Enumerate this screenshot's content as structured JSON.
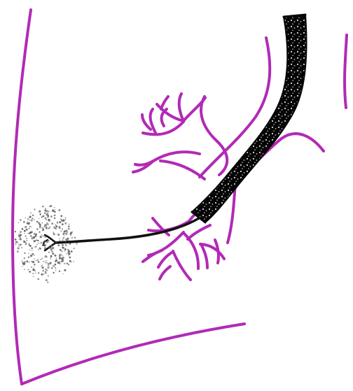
{
  "diagram": {
    "title": "",
    "colors": {
      "anatomy_outline": "#b12ab6",
      "scope_shaft": "#080808",
      "scope_speckle": "#d8d8d8",
      "lesion_dots": "#5a5a5a",
      "catheter": "#111111",
      "background": "#ffffff"
    },
    "elements": [
      {
        "name": "chest-wall-outline",
        "description_visible": false
      },
      {
        "name": "diaphragm-outline",
        "description_visible": false
      },
      {
        "name": "right-edge-fragment",
        "description_visible": false
      },
      {
        "name": "main-airway-wall",
        "description_visible": false
      },
      {
        "name": "upper-bronchial-branches",
        "description_visible": false
      },
      {
        "name": "lower-bronchial-branches",
        "description_visible": false
      },
      {
        "name": "bronchoscope",
        "description_visible": false
      },
      {
        "name": "biopsy-catheter",
        "description_visible": false
      },
      {
        "name": "peripheral-lesion",
        "description_visible": false
      }
    ]
  }
}
